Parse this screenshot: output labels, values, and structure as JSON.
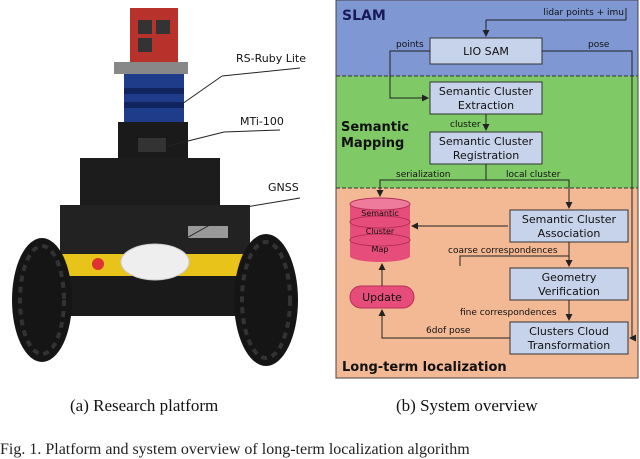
{
  "left_panel": {
    "callouts": [
      "RS-Ruby Lite",
      "MTi-100",
      "GNSS"
    ],
    "caption": "(a)  Research platform"
  },
  "right_panel": {
    "sections": {
      "slam": "SLAM",
      "semantic_mapping_line1": "Semantic",
      "semantic_mapping_line2": "Mapping",
      "long_term": "Long-term localization"
    },
    "nodes": {
      "lio_sam": "LIO SAM",
      "sce_l1": "Semantic Cluster",
      "sce_l2": "Extraction",
      "scr_l1": "Semantic Cluster",
      "scr_l2": "Registration",
      "sca_l1": "Semantic Cluster",
      "sca_l2": "Association",
      "gv_l1": "Geometry",
      "gv_l2": "Verification",
      "cct_l1": "Clusters Cloud",
      "cct_l2": "Transformation",
      "map_l1": "Semantic",
      "map_l2": "Cluster",
      "map_l3": "Map",
      "update": "Update"
    },
    "edge_labels": {
      "lidar": "lidar points + imu",
      "points": "points",
      "pose": "pose",
      "cluster": "cluster",
      "serialization": "serialization",
      "local_cluster": "local cluster",
      "coarse": "coarse correspondences",
      "fine": "fine correspondences",
      "sixdof": "6dof pose"
    },
    "caption": "(b)  System overview"
  },
  "figure_caption": "Fig. 1.    Platform and system overview of long-term localization algorithm",
  "colors": {
    "slam_bg": "#7f98d3",
    "semantic_bg": "#7fca67",
    "localization_bg": "#f3b894",
    "node_bg": "#c6d3ea",
    "map_fill": "#e64d7a",
    "update_fill": "#e64d7a"
  }
}
